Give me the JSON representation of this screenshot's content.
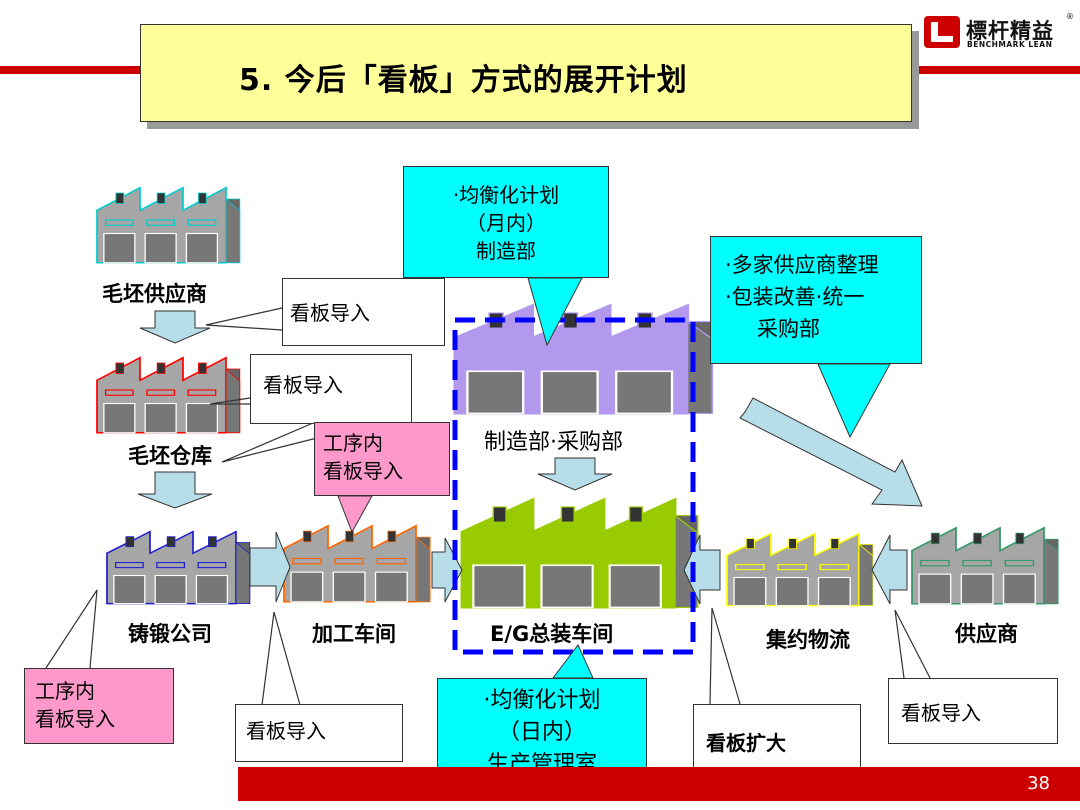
{
  "title": "5. 今后「看板」方式的展开计划",
  "logo": {
    "cn": "標杆精益",
    "en": "BENCHMARK LEAN",
    "reg": "®"
  },
  "page_number": "38",
  "nodes": {
    "blank_supplier": "毛坯供应商",
    "blank_warehouse": "毛坯仓库",
    "forging": "铸锻公司",
    "machining": "加工车间",
    "eg_assembly": "E/G总装车间",
    "manufacturing_purchasing": "制造部·采购部",
    "logistics": "集约物流",
    "supplier": "供应商"
  },
  "callouts": {
    "kanban_1": "看板导入",
    "kanban_2": "看板导入",
    "process_kanban_1": [
      "工序内",
      "看板导入"
    ],
    "process_kanban_2": [
      "工序内",
      "看板导入"
    ],
    "kanban_3": "看板导入",
    "kanban_expand": "看板扩大",
    "kanban_4": "看板导入",
    "level_monthly": [
      "·均衡化计划",
      "（月内）",
      "制造部"
    ],
    "level_daily": [
      "·均衡化计划",
      "（日内）",
      "生产管理室"
    ],
    "supplier_arrange": [
      "·多家供应商整理",
      "·包装改善·统一",
      "采购部"
    ]
  },
  "colors": {
    "red_bar": "#cc0000",
    "title_bg": "#ffff99",
    "cyan": "#00ffff",
    "pink": "#ff99cc",
    "arrow_fill": "#b7dde8",
    "dash_blue": "#0000ff",
    "factory_gray": "#a6a6a6",
    "factory_red": "#ff0000",
    "factory_blue": "#1f1fd0",
    "factory_orange": "#ff6600",
    "factory_purple": "#b399ee",
    "factory_green": "#99cc00",
    "factory_yellow": "#ffff00",
    "factory_teal": "#339966"
  },
  "icons": [
    "factory-icon",
    "down-arrow-icon",
    "right-arrow-icon",
    "left-arrow-icon",
    "diagonal-arrow-icon",
    "logo-icon"
  ]
}
